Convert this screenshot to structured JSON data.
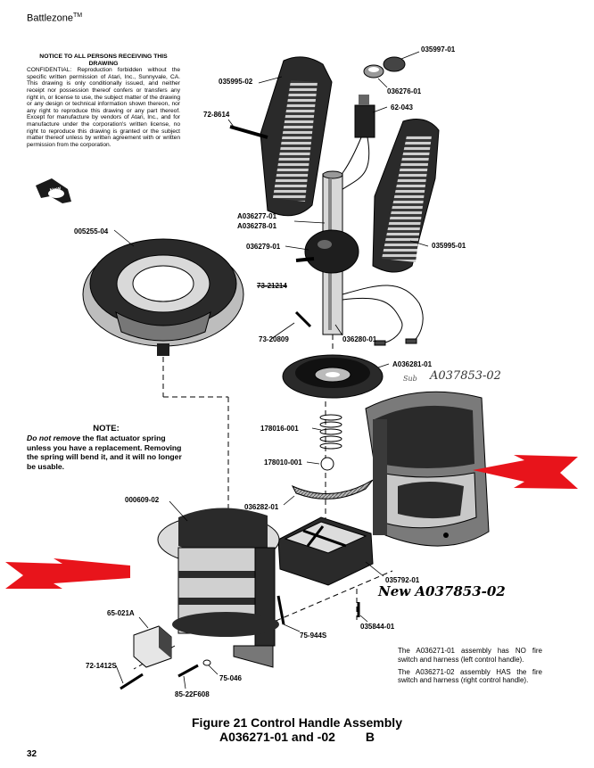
{
  "header": {
    "title": "Battlezone",
    "tm": "TM"
  },
  "notice": {
    "title_line1": "NOTICE TO ALL PERSONS RECEIVING THIS",
    "title_line2": "DRAWING",
    "body": "CONFIDENTIAL: Reproduction forbidden without the specific written permission of Atari, Inc., Sunnyvale, CA. This drawing is only conditionally issued, and neither receipt nor possession thereof confers or transfers any right in, or license to use, the subject matter of the drawing or any design or technical information shown thereon, nor any right to reproduce this drawing or any part thereof. Except for manufacture by vendors of Atari, Inc., and for manufacture under the corporation's written license, no right to reproduce this drawing is granted or the subject matter thereof unless by written agreement with or written permission from the corporation."
  },
  "note": {
    "title": "NOTE:",
    "emph": "Do not remove",
    "body": " the flat actuator spring unless you have a replacement. Removing the spring will bend it, and it will no longer be usable."
  },
  "new_badge": "New",
  "part_labels": {
    "p035997_01": "035997-01",
    "p035995_02": "035995-02",
    "p036276_01": "036276-01",
    "p62_043": "62-043",
    "p72_8614": "72-8614",
    "pA036277_01": "A036277-01",
    "pA036278_01": "A036278-01",
    "p005255_04": "005255-04",
    "p036279_01": "036279-01",
    "p035995_01": "035995-01",
    "p73_21214": "73-21214",
    "p73_20809": "73-20809",
    "p036280_01": "036280-01",
    "pA036281_01": "A036281-01",
    "p178016_001": "178016-001",
    "p178010_001": "178010-001",
    "p000609_02": "000609-02",
    "p036282_01": "036282-01",
    "p035792_01": "035792-01",
    "p65_021A": "65-021A",
    "p75_944S": "75-944S",
    "p035844_01": "035844-01",
    "p72_1412S": "72-1412S",
    "p75_046": "75-046",
    "p85_22F608": "85-22F608"
  },
  "handwritten": {
    "a1": "A037853-02",
    "a2": "New  A037853-02",
    "a1_prefix": "Sub"
  },
  "info": {
    "line1": "The A036271-01 assembly has NO fire switch and harness (left control handle).",
    "line2": "The A036271-02 assembly HAS the fire switch and harness (right control handle)."
  },
  "caption": {
    "line1": "Figure 21    Control Handle Assembly",
    "line2": "A036271-01 and -02",
    "line2_suffix": "B"
  },
  "page_number": "32",
  "colors": {
    "arrow": "#e8141b",
    "ink": "#000000",
    "dark_part": "#2a2a2a",
    "mid_part": "#7a7a7a",
    "light_part": "#cfcfcf"
  }
}
